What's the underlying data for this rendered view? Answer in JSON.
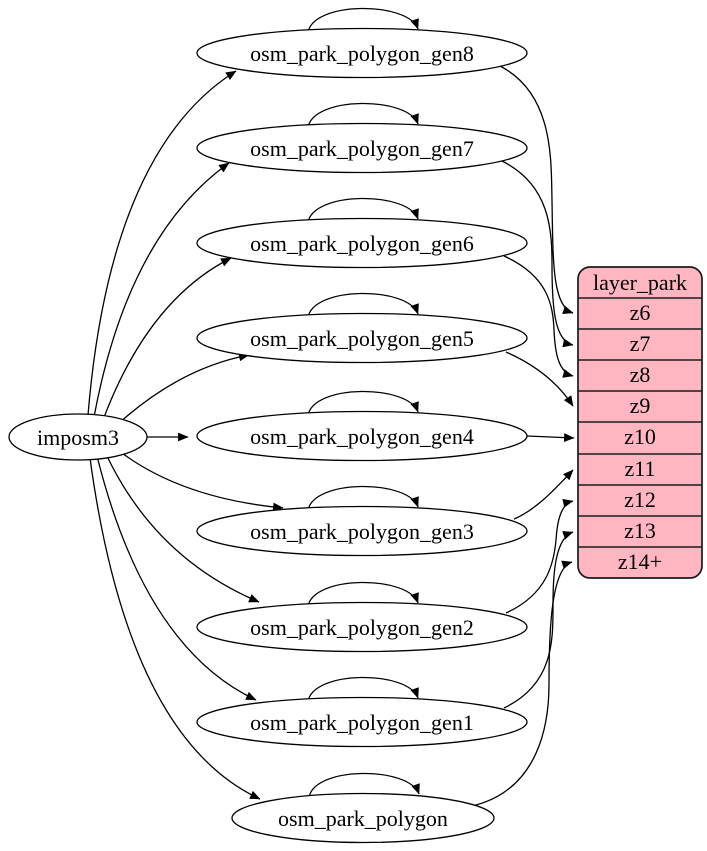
{
  "source_node": {
    "label": "imposm3"
  },
  "table_nodes": [
    {
      "label": "osm_park_polygon_gen8"
    },
    {
      "label": "osm_park_polygon_gen7"
    },
    {
      "label": "osm_park_polygon_gen6"
    },
    {
      "label": "osm_park_polygon_gen5"
    },
    {
      "label": "osm_park_polygon_gen4"
    },
    {
      "label": "osm_park_polygon_gen3"
    },
    {
      "label": "osm_park_polygon_gen2"
    },
    {
      "label": "osm_park_polygon_gen1"
    },
    {
      "label": "osm_park_polygon"
    }
  ],
  "layer_table": {
    "title": "layer_park",
    "rows": [
      "z6",
      "z7",
      "z8",
      "z9",
      "z10",
      "z11",
      "z12",
      "z13",
      "z14+"
    ]
  },
  "edges": {
    "from_source": [
      "osm_park_polygon_gen8",
      "osm_park_polygon_gen7",
      "osm_park_polygon_gen6",
      "osm_park_polygon_gen5",
      "osm_park_polygon_gen4",
      "osm_park_polygon_gen3",
      "osm_park_polygon_gen2",
      "osm_park_polygon_gen1",
      "osm_park_polygon"
    ],
    "self_loops": [
      "osm_park_polygon_gen8",
      "osm_park_polygon_gen7",
      "osm_park_polygon_gen6",
      "osm_park_polygon_gen5",
      "osm_park_polygon_gen4",
      "osm_park_polygon_gen3",
      "osm_park_polygon_gen2",
      "osm_park_polygon_gen1",
      "osm_park_polygon"
    ],
    "to_layer_rows": [
      {
        "from": "osm_park_polygon_gen8",
        "to": "z6"
      },
      {
        "from": "osm_park_polygon_gen7",
        "to": "z7"
      },
      {
        "from": "osm_park_polygon_gen6",
        "to": "z8"
      },
      {
        "from": "osm_park_polygon_gen5",
        "to": "z9"
      },
      {
        "from": "osm_park_polygon_gen4",
        "to": "z10"
      },
      {
        "from": "osm_park_polygon_gen3",
        "to": "z11"
      },
      {
        "from": "osm_park_polygon_gen2",
        "to": "z12"
      },
      {
        "from": "osm_park_polygon_gen1",
        "to": "z13"
      },
      {
        "from": "osm_park_polygon",
        "to": "z14+"
      }
    ]
  },
  "colors": {
    "background": "#ffffff",
    "node_fill": "#ffffff",
    "table_fill": "#ffb6c1",
    "stroke": "#000000"
  }
}
